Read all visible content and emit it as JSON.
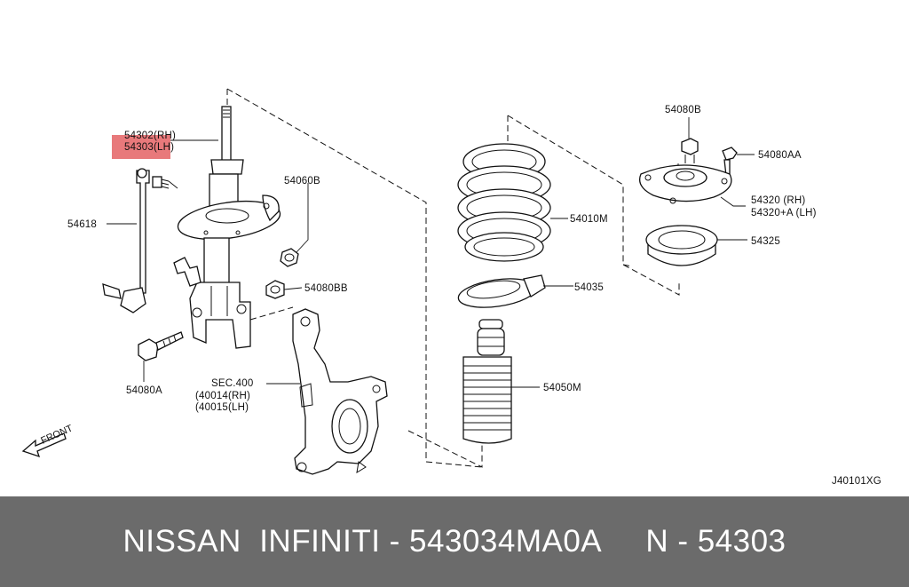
{
  "callouts": {
    "c54302": "54302(RH)",
    "c54303": "54303(LH)",
    "c54618": "54618",
    "c54060B": "54060B",
    "c54080BB": "54080BB",
    "c54080A": "54080A",
    "sec_line1": "SEC.400",
    "sec_line2": "(40014(RH)",
    "sec_line3": "(40015(LH)",
    "front": "FRONT",
    "c54010M": "54010M",
    "c54035": "54035",
    "c54050M": "54050M",
    "c54080B": "54080B",
    "c54080AA": "54080AA",
    "c54320_rh": "54320 (RH)",
    "c54320_lh": "54320+A (LH)",
    "c54325": "54325",
    "diagram_code": "J40101XG"
  },
  "highlight_color": "#e8797b",
  "footer": {
    "text": "NISSAN  INFINITI - 543034MA0A     N - 54303",
    "background": "#6b6b6b"
  }
}
